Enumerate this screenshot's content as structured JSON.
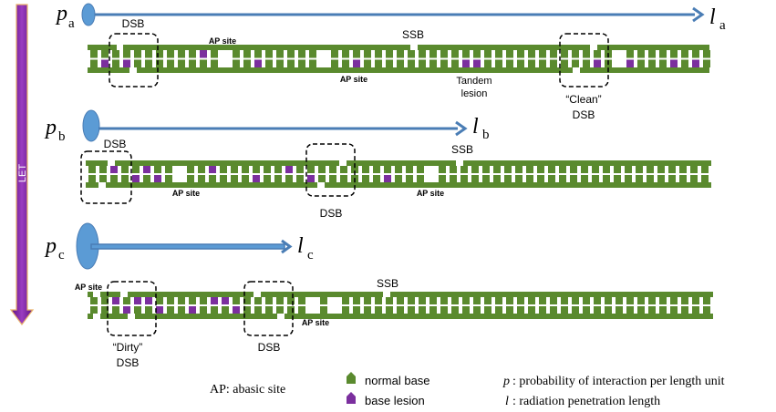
{
  "colors": {
    "dna": "#5a8a2e",
    "lesion": "#7b2f9e",
    "arrow": "#4a7db5",
    "particle": "#5b9bd5",
    "let_arrow": "#7a1f99",
    "let_outline": "#e9b26b"
  },
  "let_label": "LET",
  "tracks": [
    {
      "p_symbol": "p",
      "p_sub": "a",
      "l_symbol": "l",
      "l_sub": "a",
      "labels": {
        "dsb": "DSB",
        "ap1": "AP site",
        "ap2": "AP site",
        "ssb": "SSB",
        "tandem1": "Tandem",
        "tandem2": "lesion",
        "clean1": "“Clean”",
        "clean2": "DSB"
      }
    },
    {
      "p_symbol": "p",
      "p_sub": "b",
      "l_symbol": "l",
      "l_sub": "b",
      "labels": {
        "dsb1": "DSB",
        "ap1": "AP site",
        "dsb2": "DSB",
        "ssb": "SSB",
        "ap2": "AP site"
      }
    },
    {
      "p_symbol": "p",
      "p_sub": "c",
      "l_symbol": "l",
      "l_sub": "c",
      "labels": {
        "ap1": "AP site",
        "dirty1": "“Dirty”",
        "dirty2": "DSB",
        "dsb": "DSB",
        "ap2": "AP site",
        "ssb": "SSB"
      }
    }
  ],
  "legend": {
    "ap_def": "AP: abasic site",
    "normal": "normal base",
    "lesion": "base lesion",
    "p_sym": "p",
    "p_def": ": probability of interaction per length unit",
    "l_sym": "l",
    "l_def": ":  radiation penetration  length"
  }
}
